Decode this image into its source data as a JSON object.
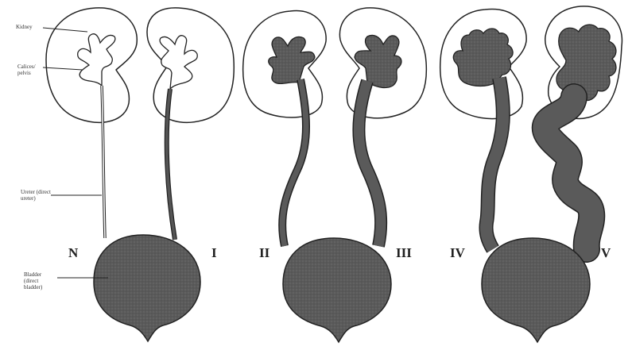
{
  "annotations": {
    "kidney": "Kidney",
    "calyces": "Calices/ pelvis",
    "ureter": "Ureter (direct ureter)",
    "bladder": "Bladder (direct bladder)"
  },
  "grades": [
    "N",
    "I",
    "II",
    "III",
    "IV",
    "V"
  ],
  "colors": {
    "fill": "#555555",
    "outline": "#222222",
    "background": "#ffffff"
  }
}
